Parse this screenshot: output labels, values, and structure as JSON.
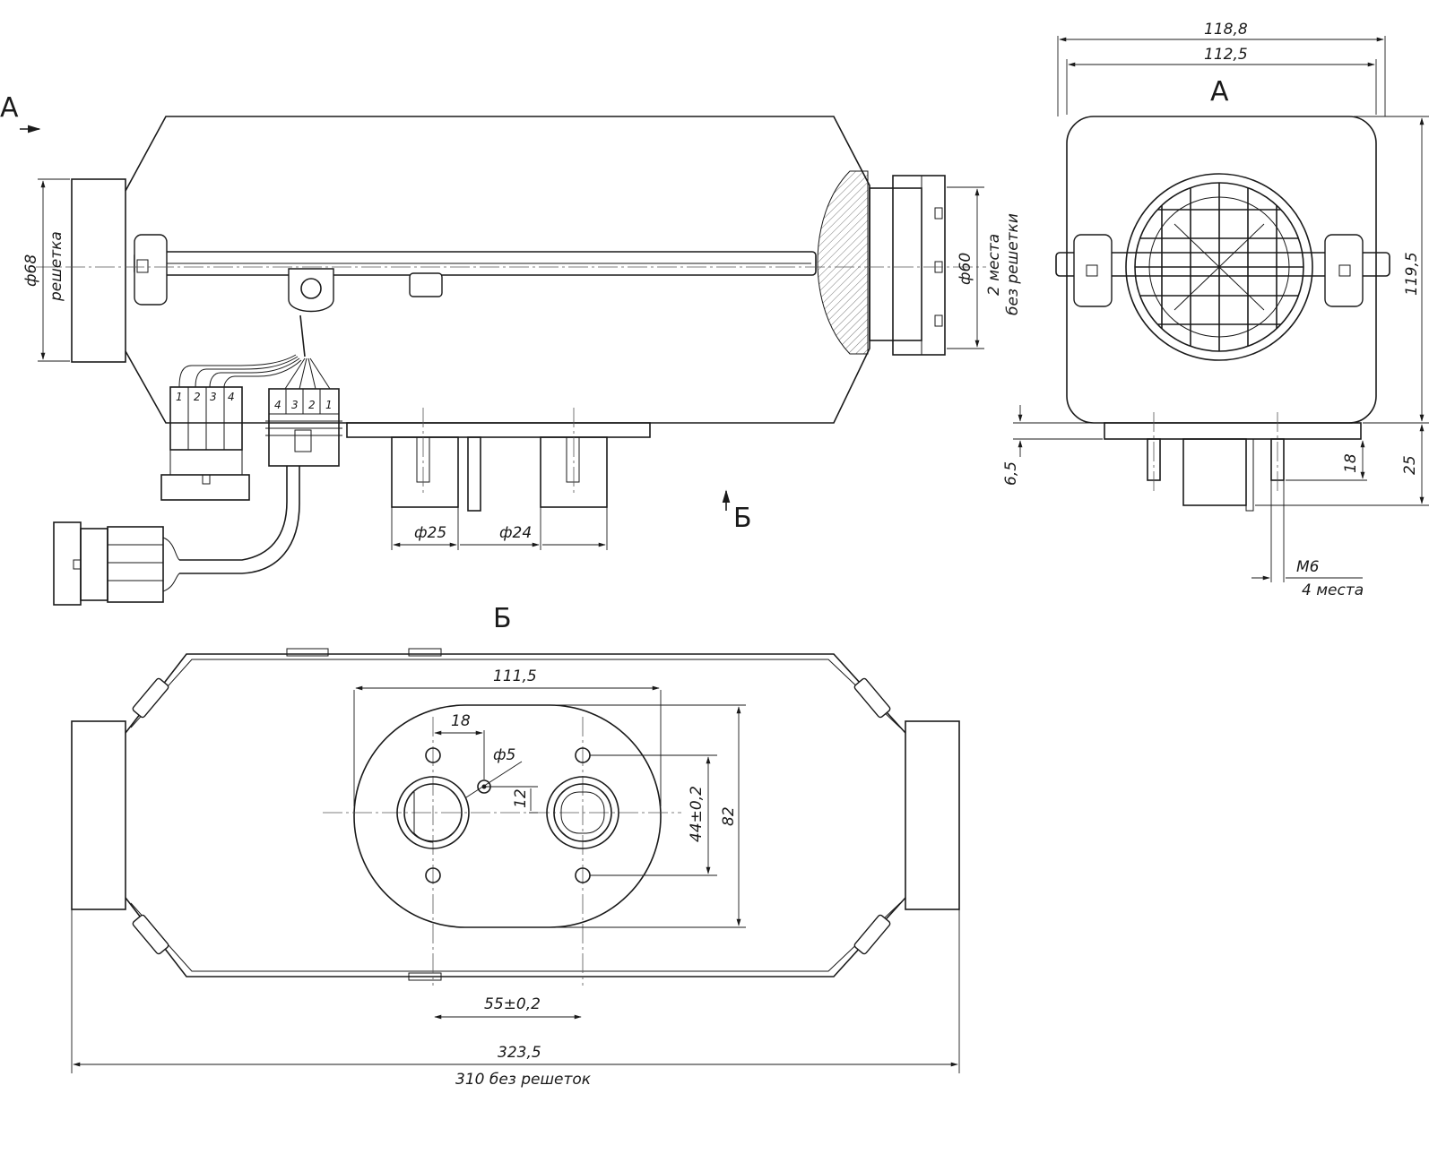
{
  "views": {
    "a": "А",
    "b": "Б"
  },
  "side_view": {
    "d68": "ф68",
    "grille": "решетка",
    "d60": "ф60",
    "places2": "2 места",
    "no_grille": "без решетки",
    "d25": "ф25",
    "d24": "ф24",
    "pins_left": [
      "1",
      "2",
      "3",
      "4"
    ],
    "pins_right": [
      "4",
      "3",
      "2",
      "1"
    ]
  },
  "end_view": {
    "width_outer": "118,8",
    "width_inner": "112,5",
    "height": "119,5",
    "flange": "6,5",
    "stud_18": "18",
    "stud_25": "25",
    "thread": "M6",
    "thread_places": "4 места"
  },
  "bottom_view": {
    "flange_width": "111,5",
    "offset_18": "18",
    "d5": "ф5",
    "offset_12": "12",
    "hole_pitch_v": "44±0,2",
    "flange_height": "82",
    "hole_pitch_h": "55±0,2",
    "total_length": "323,5",
    "length_no_grilles": "310 без решеток"
  }
}
